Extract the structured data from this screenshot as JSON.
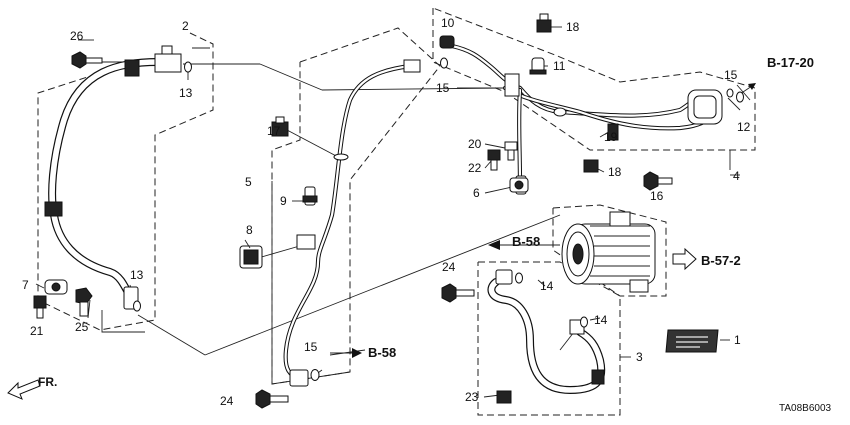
{
  "callouts": {
    "n1": "1",
    "n2": "2",
    "n3": "3",
    "n4": "4",
    "n5": "5",
    "n6": "6",
    "n7": "7",
    "n8": "8",
    "n9": "9",
    "n10": "10",
    "n11": "11",
    "n12": "12",
    "n13a": "13",
    "n13b": "13",
    "n14a": "14",
    "n14b": "14",
    "n15a": "15",
    "n15b": "15",
    "n15c": "15",
    "n16": "16",
    "n17": "17",
    "n18a": "18",
    "n18b": "18",
    "n19": "19",
    "n20": "20",
    "n21": "21",
    "n22": "22",
    "n23": "23",
    "n24a": "24",
    "n24b": "24",
    "n25": "25",
    "n26": "26"
  },
  "references": {
    "b1720": "B-17-20",
    "b572": "B-57-2",
    "b58_upper": "B-58",
    "b58_lower": "B-58"
  },
  "direction_label": "FR.",
  "diagram_code": "TA08B6003"
}
